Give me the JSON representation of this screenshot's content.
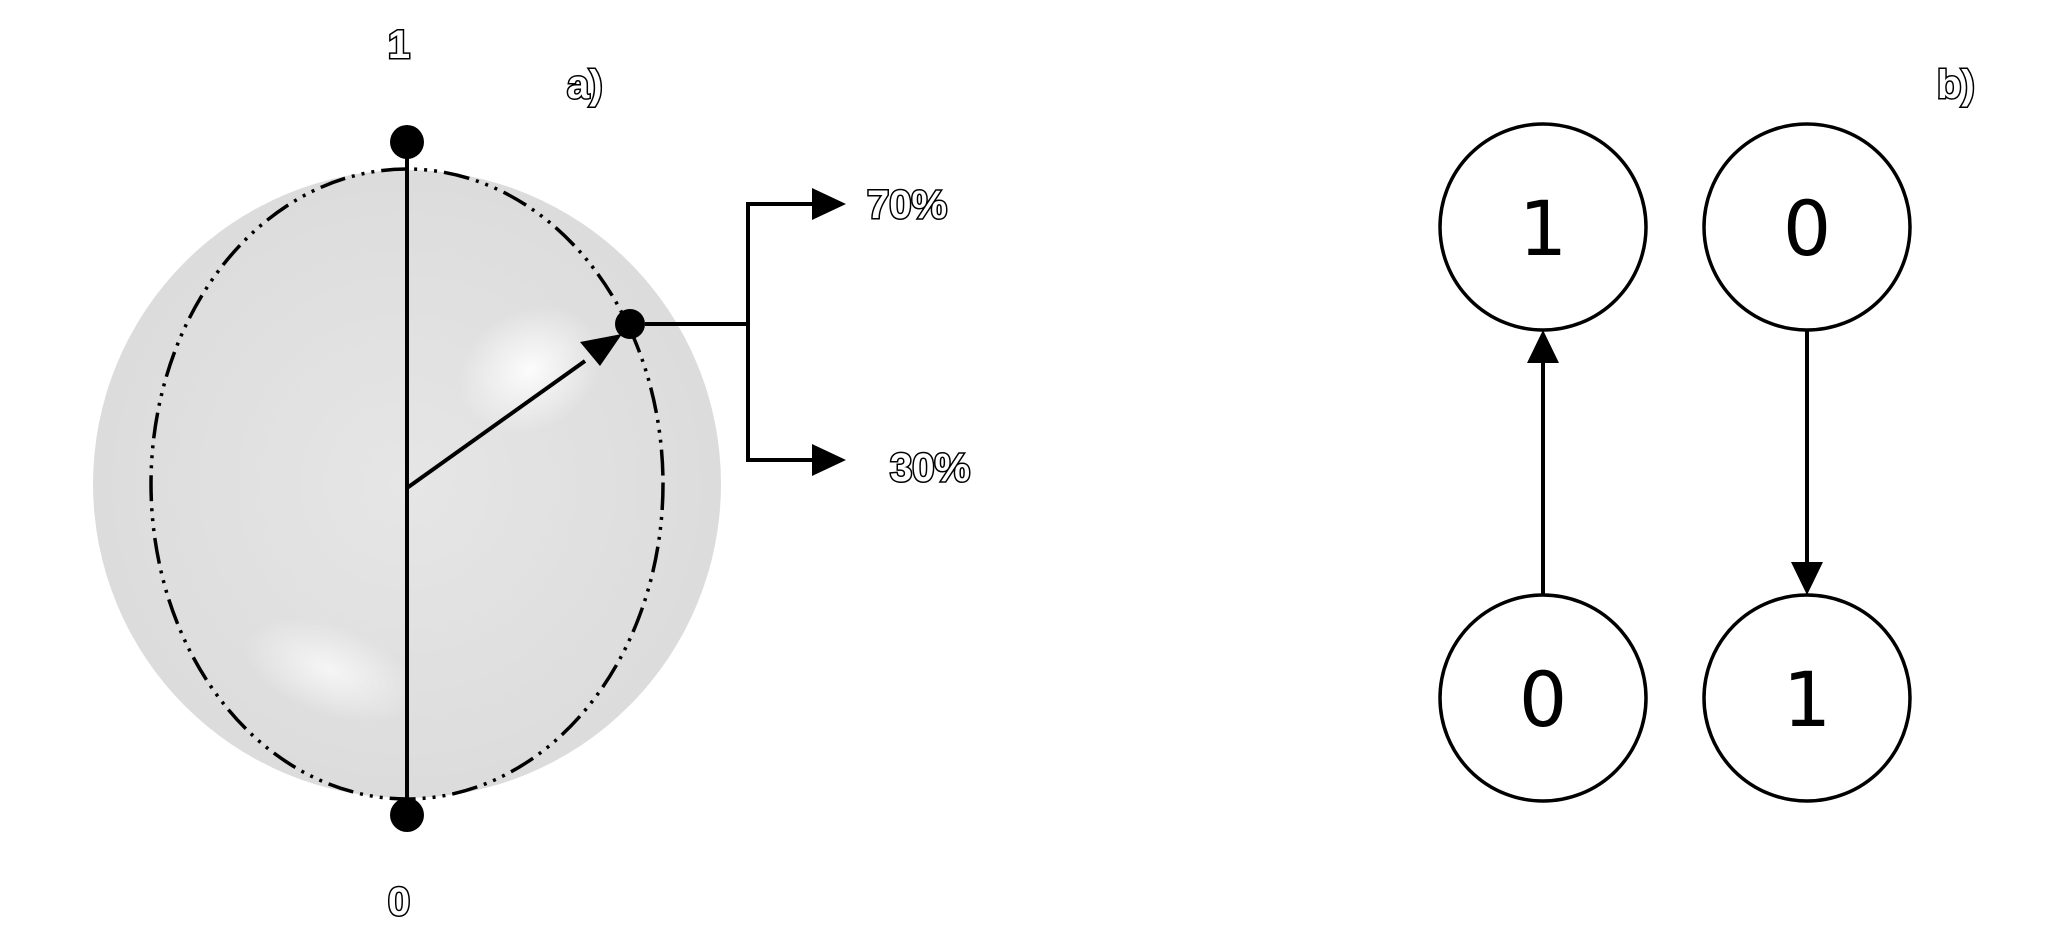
{
  "panel_a": {
    "label": "a)",
    "top_state": "1",
    "bottom_state": "0",
    "probability_top": "70%",
    "probability_bottom": "30%"
  },
  "panel_b": {
    "label": "b)",
    "left_pair": {
      "top": "1",
      "bottom": "0",
      "arrow_direction": "up"
    },
    "right_pair": {
      "top": "0",
      "bottom": "1",
      "arrow_direction": "down"
    }
  }
}
